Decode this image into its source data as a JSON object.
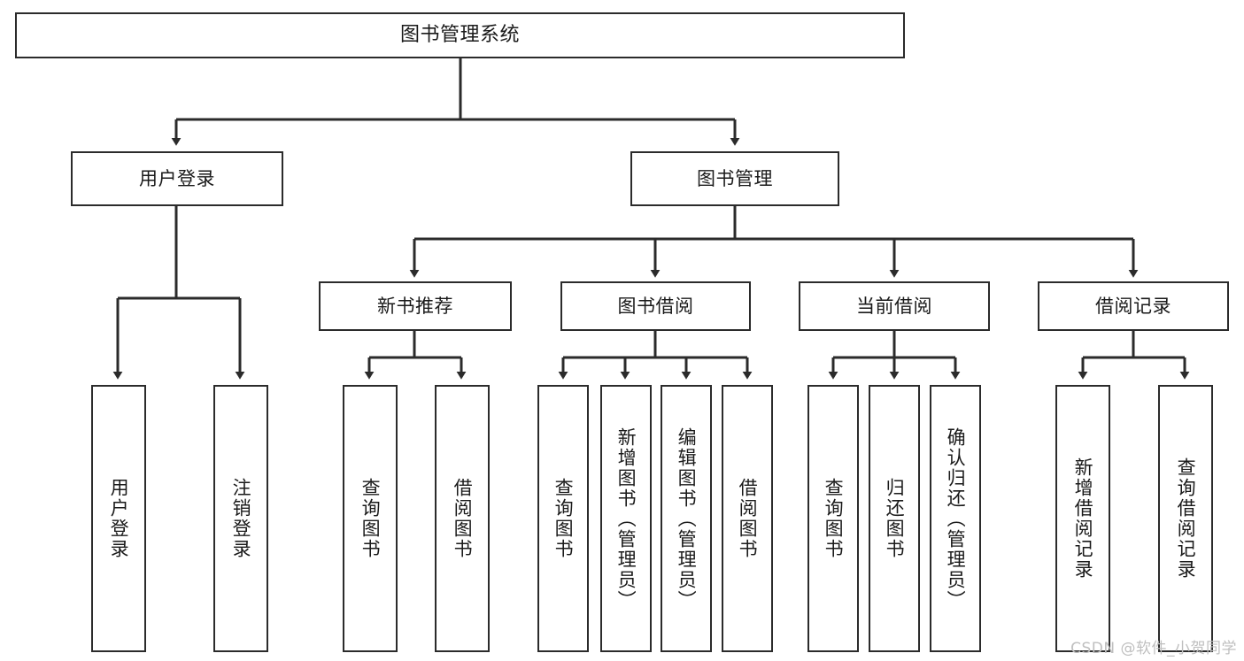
{
  "diagram": {
    "title": "图书管理系统",
    "type": "tree",
    "nodes": {
      "root": {
        "label": "图书管理系统"
      },
      "level2": [
        {
          "id": "user-login",
          "label": "用户登录"
        },
        {
          "id": "book-manage",
          "label": "图书管理"
        }
      ],
      "level3": [
        {
          "id": "new-book-recommend",
          "label": "新书推荐"
        },
        {
          "id": "book-borrow",
          "label": "图书借阅"
        },
        {
          "id": "current-borrow",
          "label": "当前借阅"
        },
        {
          "id": "borrow-record",
          "label": "借阅记录"
        }
      ],
      "leaves": {
        "user_login": [
          {
            "id": "leaf-user-login",
            "label": "用户登录"
          },
          {
            "id": "leaf-logout-login",
            "label": "注销登录"
          }
        ],
        "new_book_recommend": [
          {
            "id": "leaf-query-book-1",
            "label": "查询图书"
          },
          {
            "id": "leaf-borrow-book-1",
            "label": "借阅图书"
          }
        ],
        "book_borrow": [
          {
            "id": "leaf-query-book-2",
            "label": "查询图书"
          },
          {
            "id": "leaf-add-book",
            "label": "新增图书（管理员）"
          },
          {
            "id": "leaf-edit-book",
            "label": "编辑图书（管理员）"
          },
          {
            "id": "leaf-borrow-book-2",
            "label": "借阅图书"
          }
        ],
        "current_borrow": [
          {
            "id": "leaf-query-book-3",
            "label": "查询图书"
          },
          {
            "id": "leaf-return-book",
            "label": "归还图书"
          },
          {
            "id": "leaf-confirm-return",
            "label": "确认归还（管理员）"
          }
        ],
        "borrow_record": [
          {
            "id": "leaf-add-record",
            "label": "新增借阅记录"
          },
          {
            "id": "leaf-query-record",
            "label": "查询借阅记录"
          }
        ]
      }
    },
    "colors": {
      "stroke": "#2b2b2b",
      "background": "#ffffff",
      "text": "#1a1a1a",
      "watermark": "#bfbfbf"
    }
  },
  "watermark": {
    "text": "CSDN @软件_小贺同学"
  }
}
